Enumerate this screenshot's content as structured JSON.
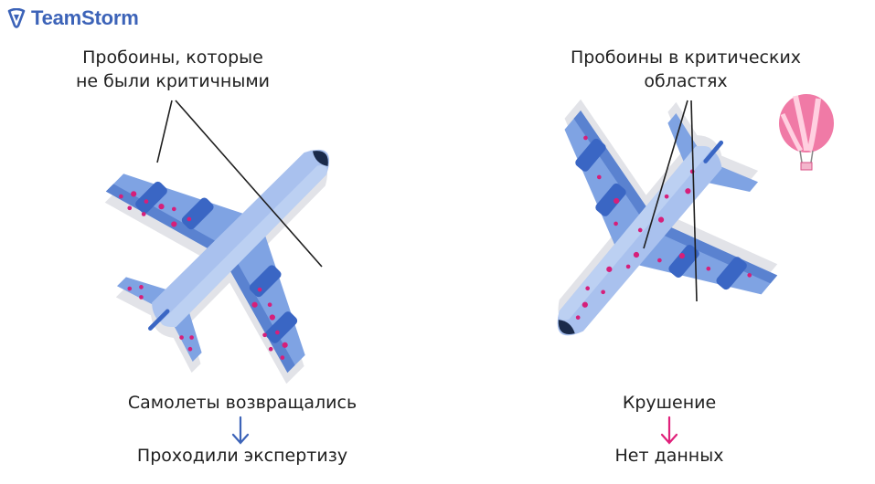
{
  "brand": {
    "name": "TeamStorm",
    "color": "#3c63b8"
  },
  "left": {
    "callout_line1": "Пробоины, которые",
    "callout_line2": "не были критичными",
    "status": "Самолеты возвращались",
    "result": "Проходили экспертизу",
    "arrow_color": "#3c63b8"
  },
  "right": {
    "callout_line1": "Пробоины в критических",
    "callout_line2": "областях",
    "status": "Крушение",
    "result": "Нет данных",
    "arrow_color": "#e0207a"
  },
  "colors": {
    "plane": "#7fa3e3",
    "plane_light": "#bcd0f2",
    "engine": "#3a66c4",
    "hole": "#d61f7a",
    "balloon": "#f07aa6"
  }
}
